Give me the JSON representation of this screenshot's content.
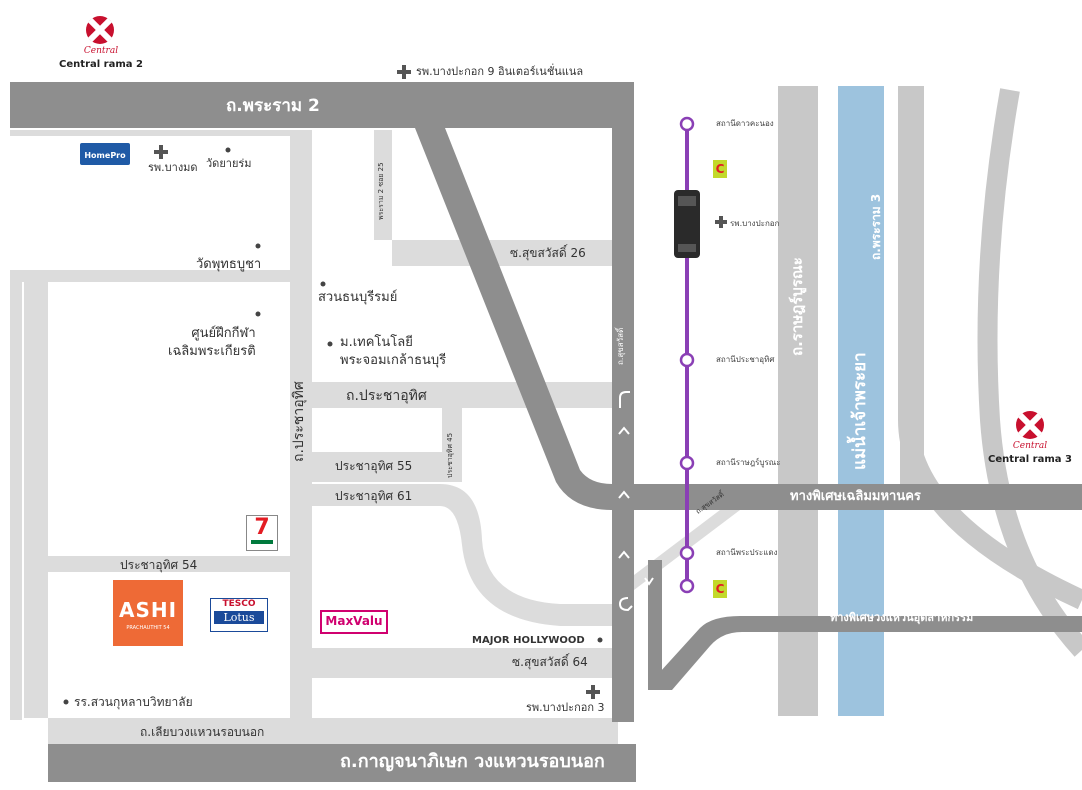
{
  "roads": {
    "rama2": "ถ.พระราม 2",
    "kanchanaphisek": "ถ.กาญจนาภิเษก วงแหวนรอบนอก",
    "local_outer": "ถ.เลียบวงแหวนรอบนอก",
    "prachauthit": "ถ.ประชาอุทิศ",
    "prachauthit_v": "ถ.ประชาอุทิศ",
    "prachauthit55": "ประชาอุทิศ 55",
    "prachauthit61": "ประชาอุทิศ 61",
    "prachauthit54": "ประชาอุทิศ 54",
    "prachauthit45": "ประชาอุทิศ 45",
    "suksawat26": "ซ.สุขสวัสดิ์ 26",
    "suksawat64": "ซ.สุขสวัสดิ์ 64",
    "suksawat_v": "ถ.สุขสวัสดิ์",
    "suksawat_diag": "ถ.สุขสวัสดิ์",
    "rama2_soi25": "พระราม 2 ซอย 25",
    "ratburana": "ถ.ราษฎร์บูรณะ",
    "rama3": "ถ.พระราม 3",
    "expressway": "ทางพิเศษเฉลิมมหานคร",
    "expressway2": "ทางพิเศษวงแหวนอุตสาหกรรม",
    "river": "แม่น้ำเจ้าพระยา"
  },
  "places": {
    "central_rama2": "Central rama 2",
    "central_rama3": "Central rama 3",
    "central_brand": "Central",
    "bangpakok9": "รพ.บางปะกอก 9 อินเตอร์เนชั่นแนล",
    "bangmot_hospital": "รพ.บางมด",
    "wat_yai_rom": "วัดยายร่ม",
    "wat_phutthabucha": "วัดพุทธบูชา",
    "suan_thon": "สวนธนบุรีรมย์",
    "kmutt": "ม.เทคโนโลยี\nพระจอมเกล้าธนบุรี",
    "training_center": "ศูนย์ฝึกกีฬา\nเฉลิมพระเกียรติ",
    "major_hollywood": "MAJOR HOLLYWOOD",
    "bangpakok3": "รพ.บางปะกอก 3",
    "school": "รร.สวนกุหลาบวิทยาลัย",
    "bangpakok_small": "รพ.บางปะกอก"
  },
  "stations": [
    {
      "name": "สถานีดาวคะนอง"
    },
    {
      "name": "สถานีประชาอุทิศ"
    },
    {
      "name": "สถานีราษฎร์บูรณะ"
    },
    {
      "name": "สถานีพระประแดง"
    }
  ],
  "logos": {
    "homepro": "HomePro",
    "ashi_main": "ASHI",
    "ashi_sub": "PRACHAUTHIT 54",
    "tesco_top": "TESCO",
    "tesco_bottom": "Lotus",
    "maxvalu": "MaxValu",
    "seven": "7",
    "cstore": "C"
  },
  "colors": {
    "road": "#8e8e8e",
    "road_light": "#dcdcdc",
    "river": "#9dc3de",
    "metro": "#8a3fb5",
    "central_red": "#c8102e"
  }
}
